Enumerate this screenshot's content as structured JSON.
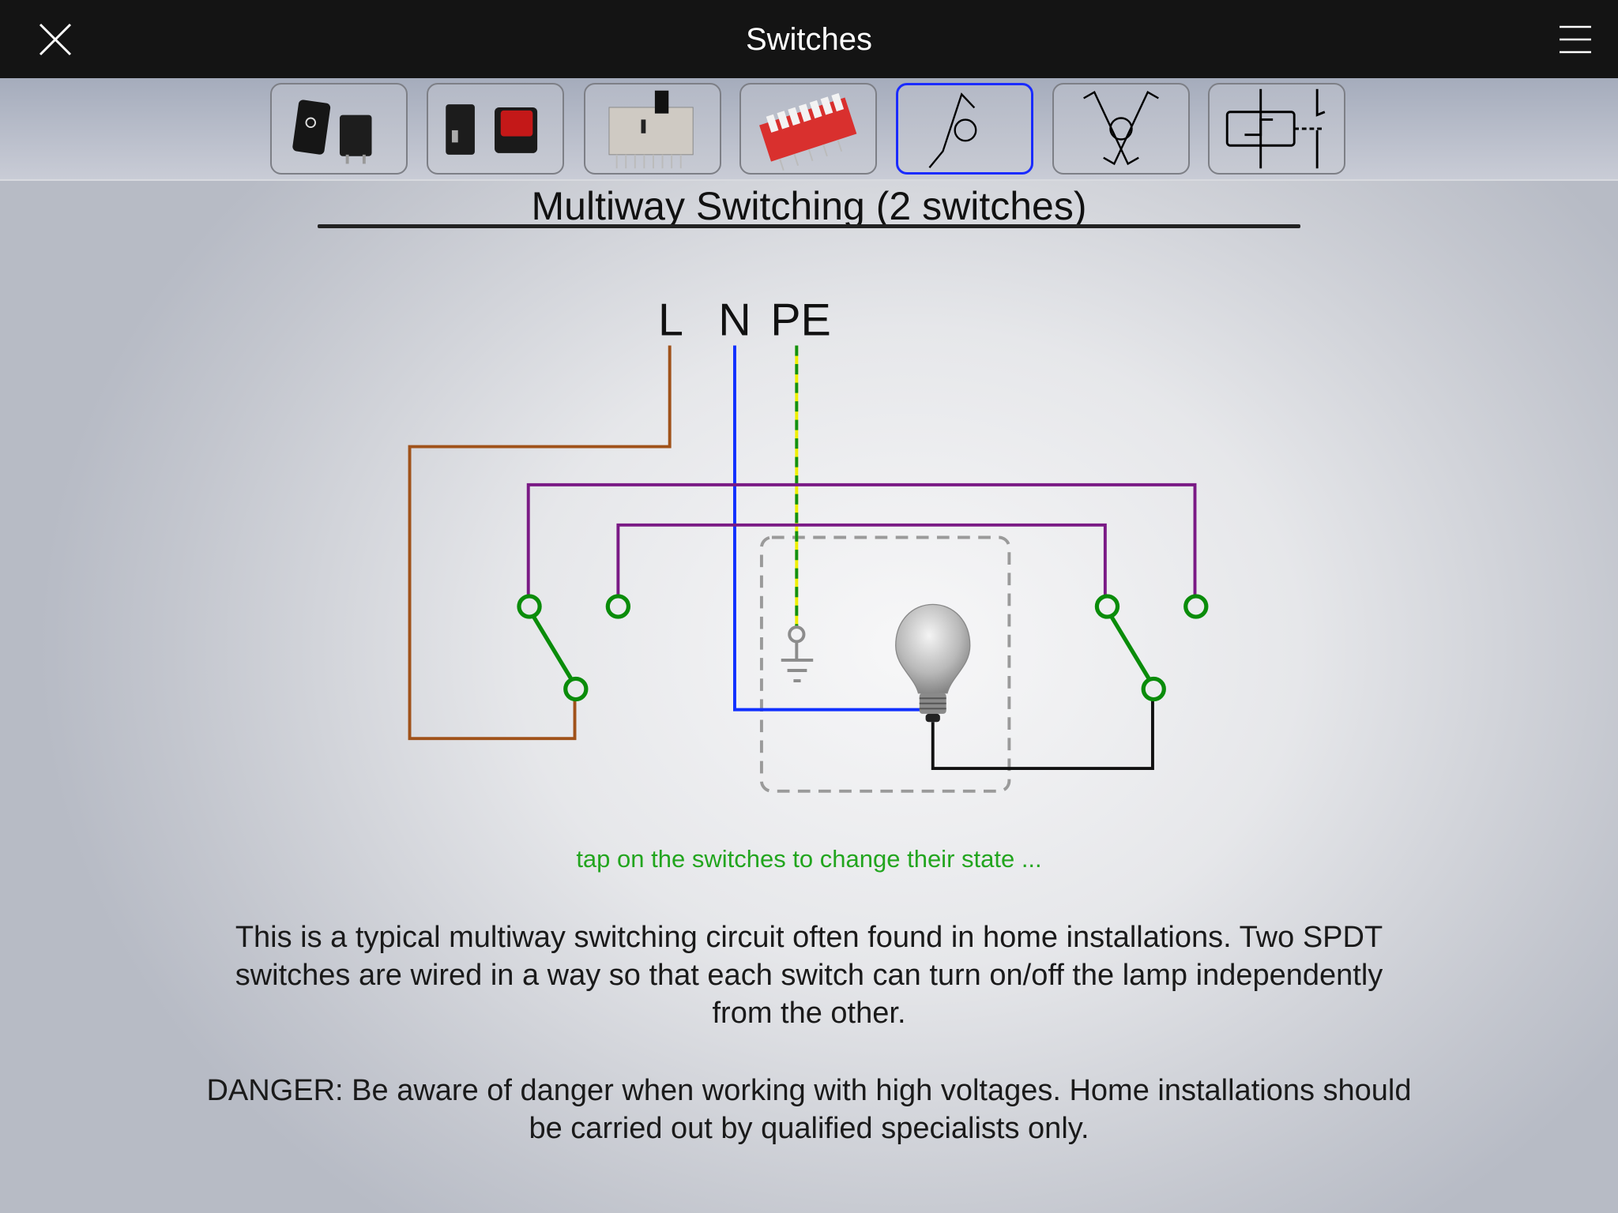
{
  "header": {
    "title": "Switches"
  },
  "toolbar": {
    "items": [
      {
        "label": "rocker-switch-small",
        "selected": false
      },
      {
        "label": "rocker-switch-red",
        "selected": false
      },
      {
        "label": "slide-switch",
        "selected": false
      },
      {
        "label": "dip-switch",
        "selected": false
      },
      {
        "label": "spdt-symbol",
        "selected": true
      },
      {
        "label": "dpdt-symbol",
        "selected": false
      },
      {
        "label": "relay-symbol",
        "selected": false
      }
    ]
  },
  "main": {
    "heading": "Multiway Switching (2 switches)",
    "labels": {
      "l": "L",
      "n": "N",
      "pe": "PE"
    },
    "hint": "tap on the switches to change their state ...",
    "description": "This is a typical multiway switching circuit often found in home installations. Two SPDT switches are wired in a way so that each switch can turn on/off the lamp independently from the other.",
    "danger": "DANGER: Be aware of danger when working with high voltages. Home installations should be carried out by qualified specialists only."
  },
  "colors": {
    "live": "#a0521a",
    "neutral": "#1030ff",
    "earth_green": "#129012",
    "earth_yellow": "#f0f000",
    "traveler": "#7a1a85",
    "switch": "#0a8c0a",
    "switched_live": "#111111",
    "hint": "#22a51e",
    "selected_border": "#1a2bff"
  }
}
